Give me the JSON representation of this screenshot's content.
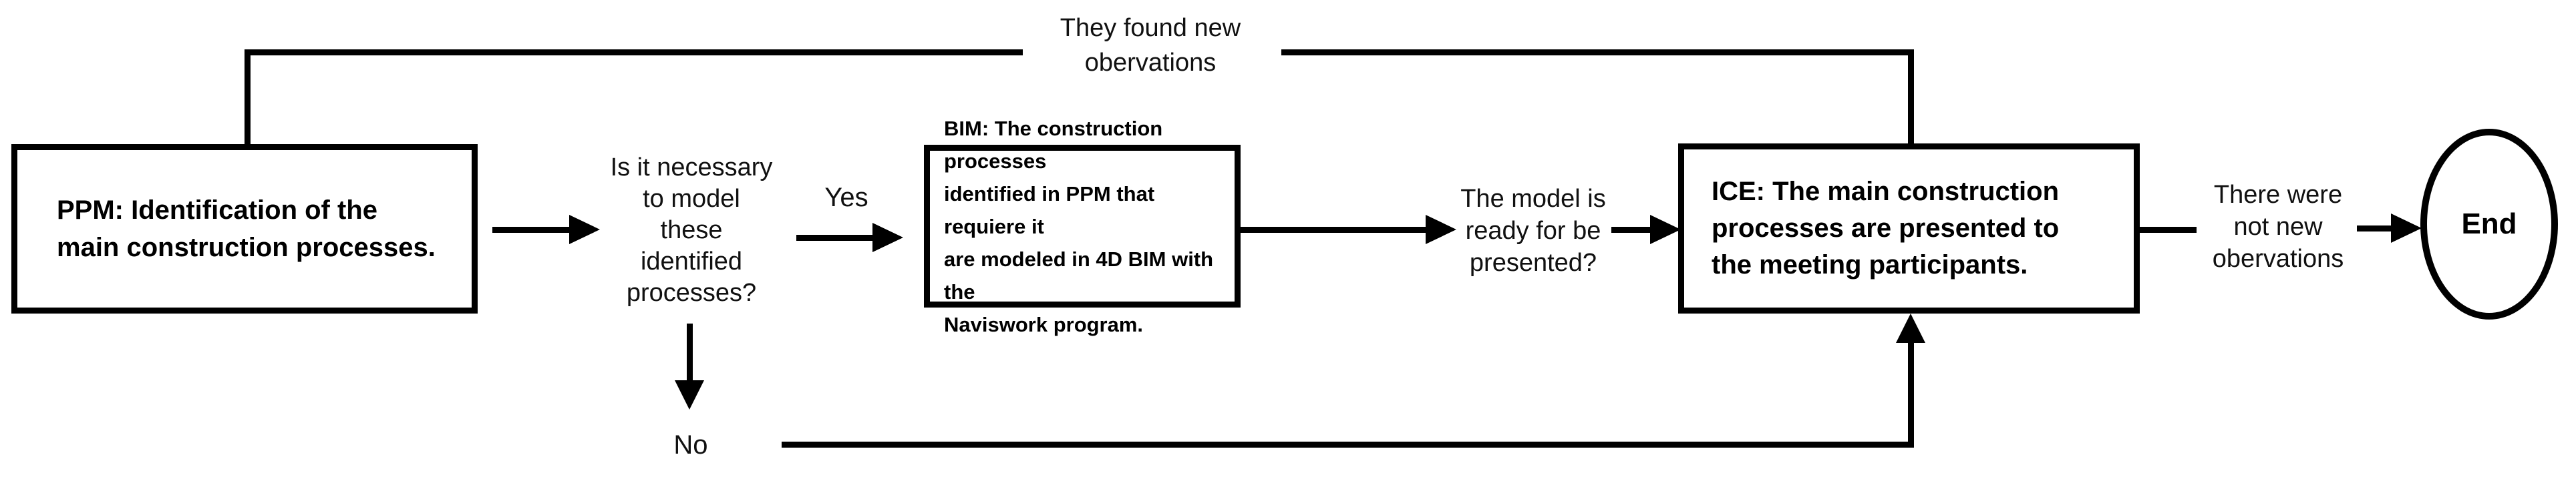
{
  "diagram": {
    "title_hint": "PPM / BIM / ICE construction-process flowchart",
    "colors": {
      "line": "#000000",
      "box_border": "#000000",
      "box_fill": "#ffffff",
      "text": "#000000",
      "background": "#ffffff"
    },
    "nodes": {
      "ppm": {
        "type": "process",
        "label": "PPM: Identification of the\nmain construction processes."
      },
      "bim": {
        "type": "process",
        "label": "BIM: The construction processes\nidentified in PPM  that requiere it\nare modeled in 4D BIM with the\nNaviswork program."
      },
      "ice": {
        "type": "process",
        "label": "ICE: The main construction\nprocesses are presented to\nthe meeting participants."
      },
      "end": {
        "type": "terminator",
        "label": "End"
      }
    },
    "edge_labels": {
      "decision": "Is it necessary\nto model\nthese\nidentified\nprocesses?",
      "yes": "Yes",
      "no": "No",
      "model_ready": "The model is\nready for be\npresented?",
      "found_new": "They found new\nobervations",
      "no_new": "There were\nnot new\nobervations"
    },
    "edges": [
      {
        "from": "ppm",
        "to": "decision",
        "label": ""
      },
      {
        "from": "decision",
        "to": "bim",
        "label": "Yes"
      },
      {
        "from": "bim",
        "to": "ice",
        "label": "The model is ready for be presented?"
      },
      {
        "from": "decision",
        "to": "ice",
        "label": "No"
      },
      {
        "from": "ice",
        "to": "ppm",
        "label": "They found new obervations"
      },
      {
        "from": "ice",
        "to": "end",
        "label": "There were not new obervations"
      }
    ]
  }
}
